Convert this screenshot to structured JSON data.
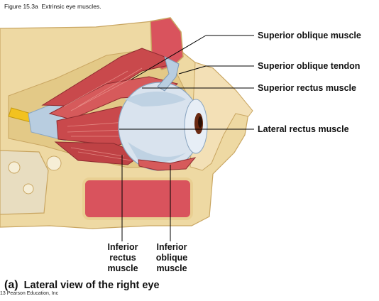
{
  "figure_title": "Figure 15.3a  Extrinsic eye muscles.",
  "labels": {
    "superior_oblique_muscle": "Superior oblique muscle",
    "superior_oblique_tendon": "Superior oblique tendon",
    "superior_rectus_muscle": "Superior rectus muscle",
    "lateral_rectus_muscle": "Lateral rectus muscle",
    "inferior_rectus_muscle": [
      "Inferior",
      "rectus",
      "muscle"
    ],
    "inferior_oblique_muscle": [
      "Inferior",
      "oblique",
      "muscle"
    ]
  },
  "caption": {
    "letter": "(a)",
    "text": "Lateral view of the right eye"
  },
  "copyright": "13 Pearson Education, Inc",
  "colors": {
    "bone": "#e9cf92",
    "bone_dark": "#c9a662",
    "sinus": "#d9535d",
    "muscle": "#c9494c",
    "muscle_light": "#df7a72",
    "sclera": "#d9e3ee",
    "tendon": "#b8cde0",
    "nerve": "#f2c21f",
    "skin": "#f3e0b6"
  }
}
